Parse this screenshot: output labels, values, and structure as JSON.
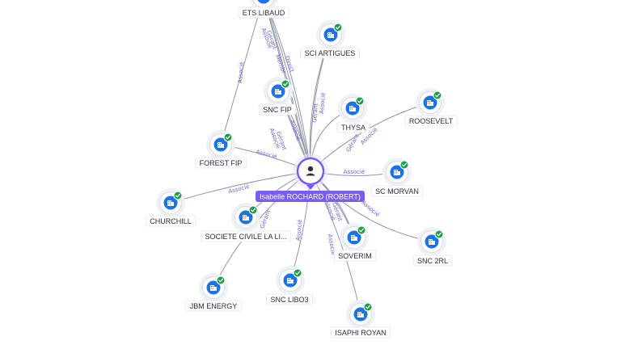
{
  "colors": {
    "edge": "#8f97a8",
    "edge_label": "#6f62d8",
    "company_icon_bg": "#1a73e8",
    "verified_badge": "#1e9e4a",
    "person_ring": "#7b5cf0",
    "person_label_bg": "#7b5cf0"
  },
  "center": {
    "label": "Isabelle ROCHARD (ROBERT)",
    "icon": "person-icon"
  },
  "nodes": [
    {
      "id": "ets-libaud",
      "label": "ETS LIBAUD",
      "icon": "building-icon",
      "verified": true
    },
    {
      "id": "sci-artigues",
      "label": "SCI ARTIGUES",
      "icon": "building-icon",
      "verified": true
    },
    {
      "id": "snc-fip",
      "label": "SNC FIP",
      "icon": "building-icon",
      "verified": true
    },
    {
      "id": "thysa",
      "label": "THYSA",
      "icon": "building-icon",
      "verified": true
    },
    {
      "id": "roosevelt",
      "label": "ROOSEVELT",
      "icon": "building-icon",
      "verified": true
    },
    {
      "id": "forest-fip",
      "label": "FOREST FIP",
      "icon": "building-icon",
      "verified": true
    },
    {
      "id": "sc-morvan",
      "label": "SC MORVAN",
      "icon": "building-icon",
      "verified": true
    },
    {
      "id": "churchill",
      "label": "CHURCHILL",
      "icon": "building-icon",
      "verified": true
    },
    {
      "id": "sci-la-li",
      "label": "SOCIETE CIVILE LA LI...",
      "icon": "building-icon",
      "verified": true
    },
    {
      "id": "soverim",
      "label": "SOVERIM",
      "icon": "building-icon",
      "verified": true
    },
    {
      "id": "snc-2rl",
      "label": "SNC 2RL",
      "icon": "building-icon",
      "verified": true
    },
    {
      "id": "jbm-energy",
      "label": "JBM ENERGY",
      "icon": "building-icon",
      "verified": true
    },
    {
      "id": "snc-libo3",
      "label": "SNC LIBO3",
      "icon": "building-icon",
      "verified": true
    },
    {
      "id": "isaphi-royan",
      "label": "ISAPHI ROYAN",
      "icon": "building-icon",
      "verified": true
    }
  ],
  "edges": [
    {
      "from": "center",
      "to": "ets-libaud",
      "label": "Gérant"
    },
    {
      "from": "center",
      "to": "ets-libaud",
      "label": "Associé"
    },
    {
      "from": "center",
      "to": "ets-libaud",
      "label": "Direct"
    },
    {
      "from": "center",
      "to": "ets-libaud",
      "label": "Membr"
    },
    {
      "from": "forest-fip",
      "to": "ets-libaud",
      "label": "Associé"
    },
    {
      "from": "center",
      "to": "sci-artigues",
      "label": "Gérant"
    },
    {
      "from": "center",
      "to": "sci-artigues",
      "label": "Associé"
    },
    {
      "from": "center",
      "to": "snc-fip",
      "label": "Gérant"
    },
    {
      "from": "center",
      "to": "snc-fip",
      "label": "Associé"
    },
    {
      "from": "center",
      "to": "snc-fip",
      "label": "Associé"
    },
    {
      "from": "center",
      "to": "thysa",
      "label": "Gérant"
    },
    {
      "from": "center",
      "to": "roosevelt",
      "label": "Associé"
    },
    {
      "from": "center",
      "to": "forest-fip",
      "label": "Associé"
    },
    {
      "from": "center",
      "to": "sc-morvan",
      "label": "Associé"
    },
    {
      "from": "center",
      "to": "churchill",
      "label": "Associé"
    },
    {
      "from": "center",
      "to": "sci-la-li",
      "label": "Gérant"
    },
    {
      "from": "center",
      "to": "soverim",
      "label": "Gérant"
    },
    {
      "from": "center",
      "to": "soverim",
      "label": "Associé"
    },
    {
      "from": "center",
      "to": "snc-2rl",
      "label": "Associé"
    },
    {
      "from": "center",
      "to": "jbm-energy",
      "label": ""
    },
    {
      "from": "center",
      "to": "snc-libo3",
      "label": "Associé"
    },
    {
      "from": "center",
      "to": "isaphi-royan",
      "label": "Associé"
    }
  ]
}
